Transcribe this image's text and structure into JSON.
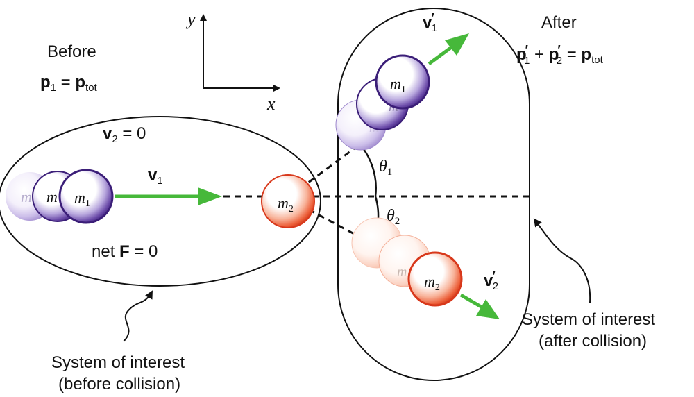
{
  "colors": {
    "purple_rim": "#3b1e78",
    "purple_mid": "#6a4aa8",
    "orange_rim": "#d8381b",
    "orange_mid": "#f07a55",
    "arrow_green": "#46b83a",
    "ink": "#111111"
  },
  "axes": {
    "y": "y",
    "x": "x"
  },
  "before": {
    "title": "Before",
    "eq_p": "p",
    "eq_p_sub": "1",
    "eq_equals": " = ",
    "eq_ptot": "p",
    "eq_ptot_sub": "tot",
    "v2_v": "v",
    "v2_sub": "2",
    "v2_rest": " = 0",
    "v1_v": "v",
    "v1_sub": "1",
    "netF_pre": "net ",
    "netF_F": "F",
    "netF_rest": " = 0",
    "ball_m1_m": "m",
    "ball_m1_sub": "1",
    "ball_ghost_m": "m",
    "caption_line1": "System of interest",
    "caption_line2": "(before collision)"
  },
  "target": {
    "m": "m",
    "sub": "2"
  },
  "after": {
    "title": "After",
    "eq_p1": "p",
    "eq_p1_prime": "′",
    "eq_p1_sub": "1",
    "eq_plus": " + ",
    "eq_p2": "p",
    "eq_p2_prime": "′",
    "eq_p2_sub": "2",
    "eq_equals": " = ",
    "eq_ptot": "p",
    "eq_ptot_sub": "tot",
    "v1p_v": "v",
    "v1p_prime": "′",
    "v1p_sub": "1",
    "v2p_v": "v",
    "v2p_prime": "′",
    "v2p_sub": "2",
    "theta1_sym": "θ",
    "theta1_sub": "1",
    "theta2_sym": "θ",
    "theta2_sub": "2",
    "ball_m1_m": "m",
    "ball_m1_sub": "1",
    "ball_m2_m": "m",
    "ball_m2_sub": "2",
    "ghost_m": "m",
    "caption_line1": "System of interest",
    "caption_line2": "(after collision)"
  }
}
